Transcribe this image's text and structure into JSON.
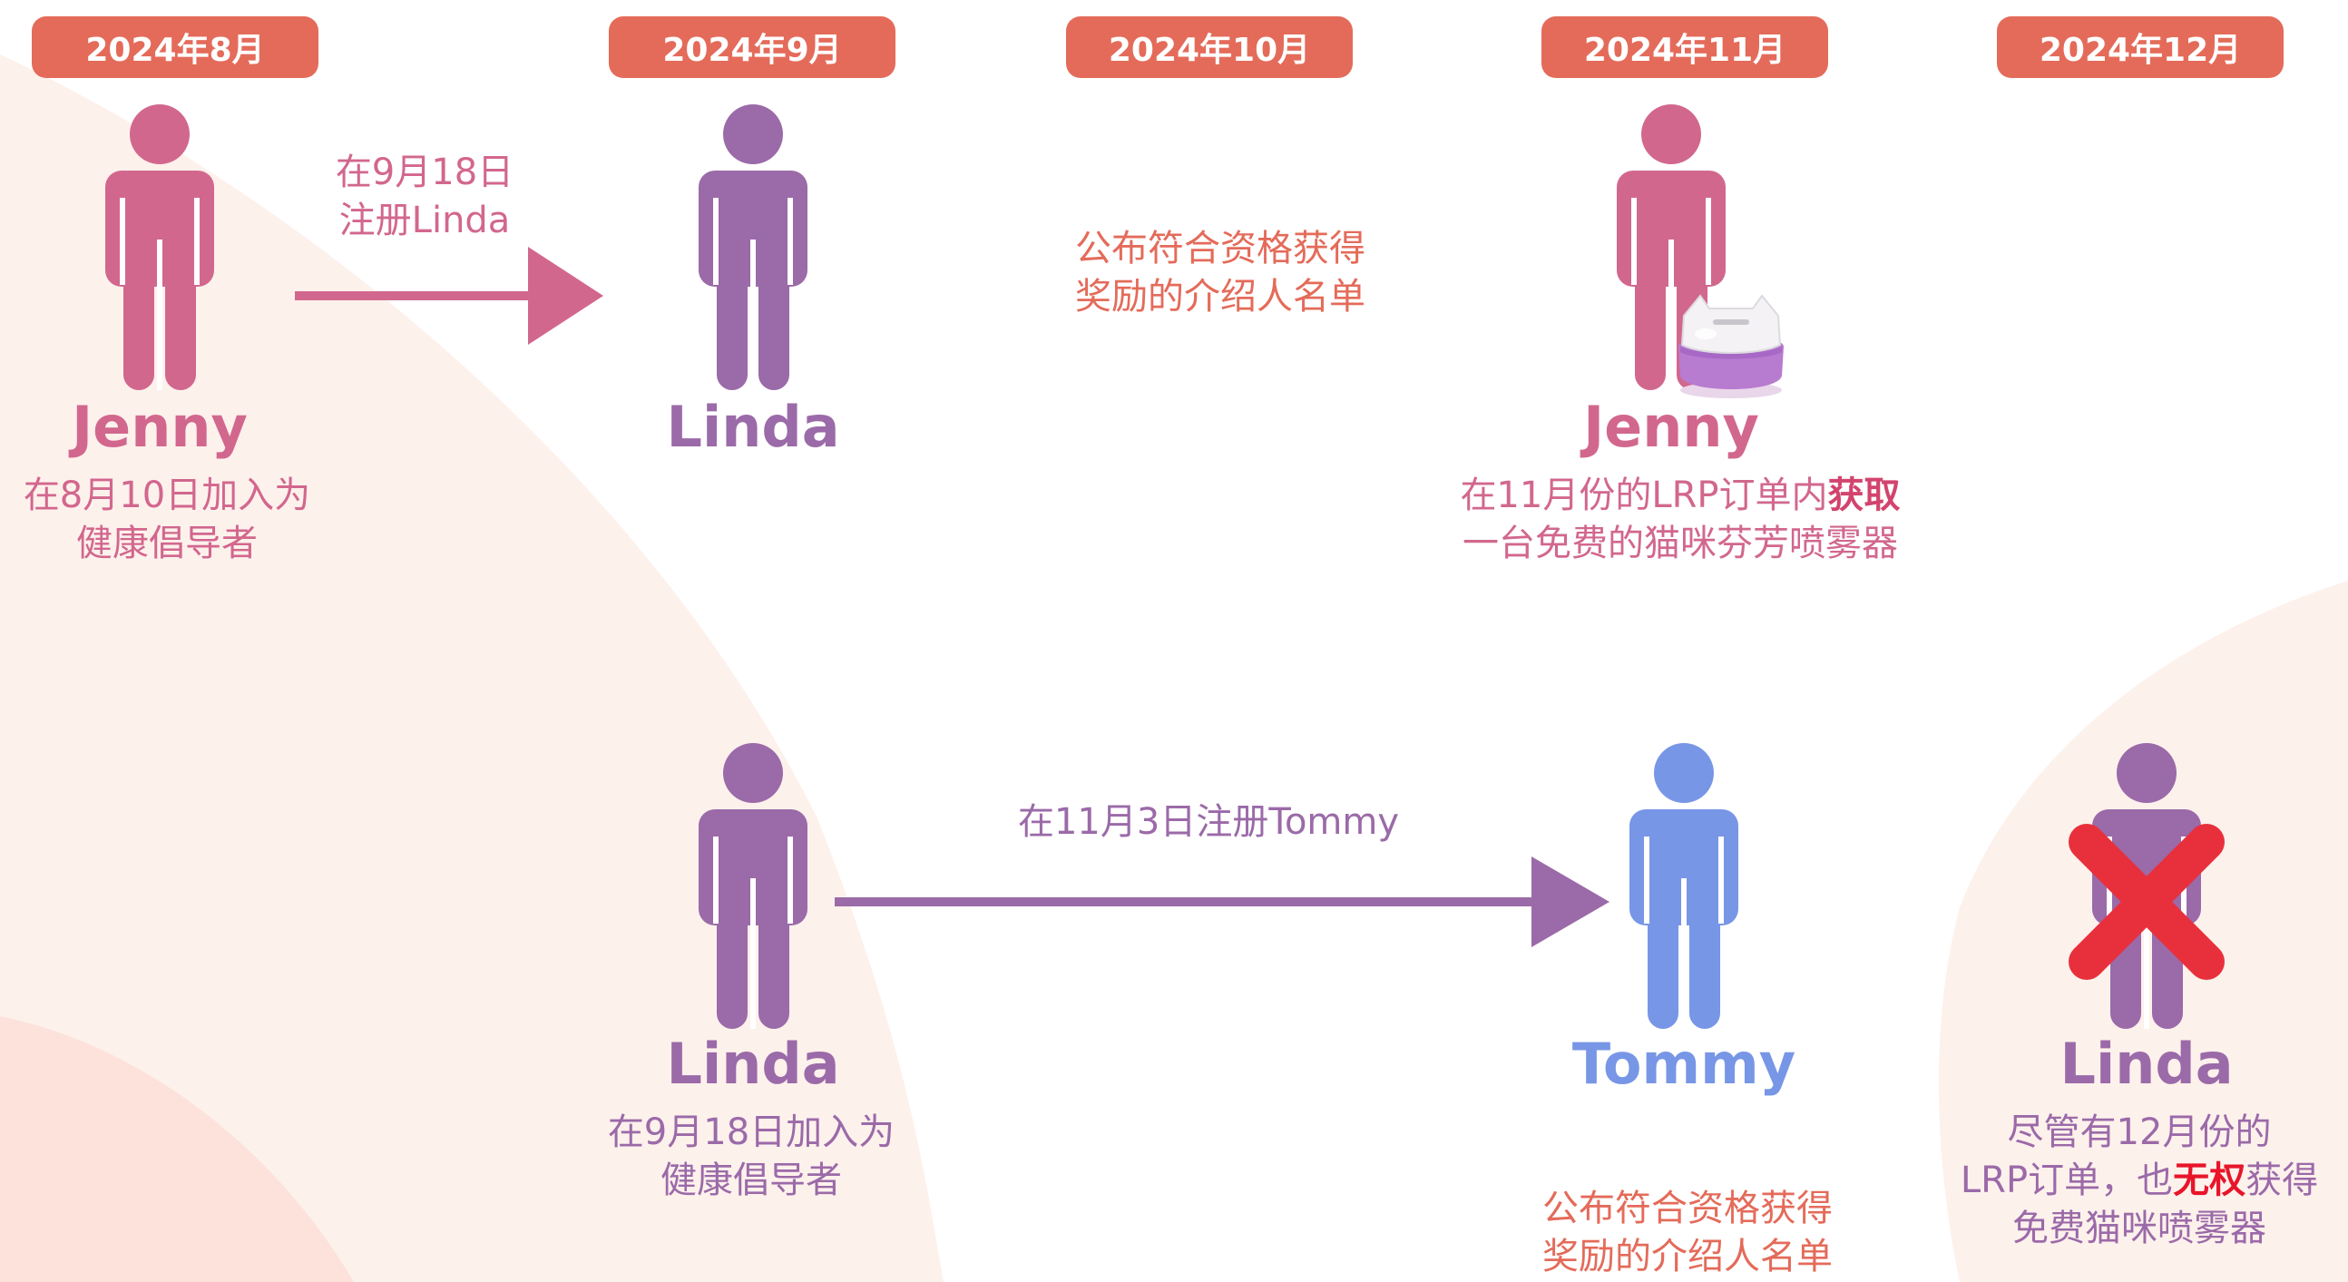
{
  "colors": {
    "badge": "#e46b5a",
    "jenny": "#d2678e",
    "linda": "#9b6aa8",
    "tommy": "#7896e6",
    "announce": "#e46b5a",
    "cross": "#e8303c",
    "background_tint": "#fde8e2"
  },
  "timeline": {
    "months": [
      "2024年8月",
      "2024年9月",
      "2024年10月",
      "2024年11月",
      "2024年12月"
    ]
  },
  "row1": {
    "jenny": {
      "name": "Jenny",
      "desc_line1": "在8月10日加入为",
      "desc_line2": "健康倡导者",
      "icon": "person-icon"
    },
    "arrow_label_line1": "在9月18日",
    "arrow_label_line2": "注册Linda",
    "linda": {
      "name": "Linda",
      "icon": "person-icon"
    },
    "announce_line1": "公布符合资格获得",
    "announce_line2": "奖励的介绍人名单",
    "jenny_reward": {
      "name": "Jenny",
      "desc_line1_a": "在11月份的LRP订单内",
      "desc_line1_b": "获取",
      "desc_line2": "一台免费的猫咪芬芳喷雾器",
      "product_icon": "cat-diffuser-icon"
    }
  },
  "row2": {
    "linda": {
      "name": "Linda",
      "desc_line1": "在9月18日加入为",
      "desc_line2": "健康倡导者",
      "icon": "person-icon"
    },
    "arrow_label": "在11月3日注册Tommy",
    "tommy": {
      "name": "Tommy",
      "icon": "person-icon"
    },
    "announce_line1": "公布符合资格获得",
    "announce_line2": "奖励的介绍人名单",
    "linda_denied": {
      "name": "Linda",
      "desc_line1": "尽管有12月份的",
      "desc_line2_a": "LRP订单，也",
      "desc_line2_b": "无权",
      "desc_line2_c": "获得",
      "desc_line3": "免费猫咪喷雾器",
      "cross_icon": "cross-icon"
    }
  }
}
